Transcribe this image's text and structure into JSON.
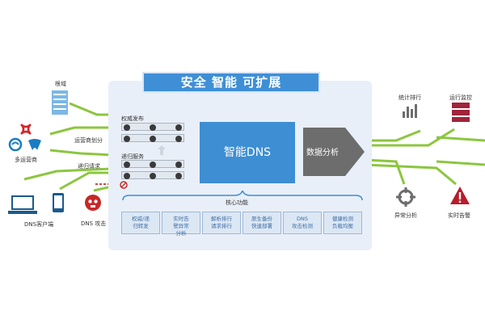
{
  "banner": "安全  智能  可扩展",
  "dns_core": "智能DNS",
  "data_analysis": "数据分析",
  "core_functions": "核心功能",
  "authority_publish": "权威发布",
  "recursive_service": "递归服务",
  "left_labels": {
    "root": "根域",
    "carrier_division": "运营商划分",
    "multi_carrier": "多运营商",
    "recursive_request": "递归请求",
    "dns_client": "DNS客户端",
    "dns_attack": "DNS 攻击"
  },
  "right_labels": {
    "stats_ranking": "统计排行",
    "ops_monitor": "运行监控",
    "anomaly_analysis": "异常分析",
    "realtime_alert": "实时告警"
  },
  "core_boxes": [
    "权威/递\n归转发",
    "实时告\n警异常\n分析",
    "解析排行\n请求排行",
    "原生备份\n快速部署",
    "DNS\n攻击检测",
    "健康检测\n负载均衡"
  ],
  "colors": {
    "line_green": "#8cc63f",
    "banner_blue": "#3f8fd6",
    "panel_bg": "#e9eff8",
    "alert_red": "#b81c2c",
    "arrow_gray": "#6d6d6d"
  }
}
